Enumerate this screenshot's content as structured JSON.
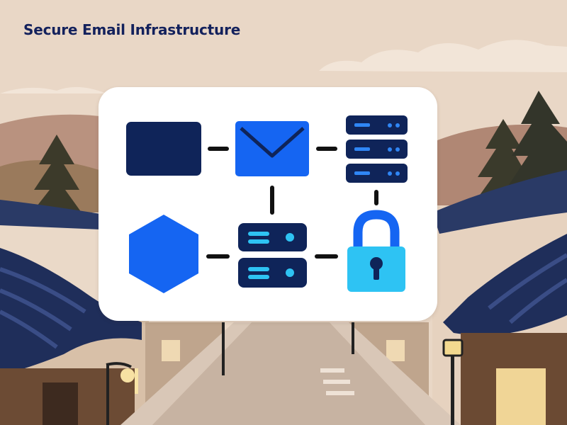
{
  "header": {
    "title": "Secure Email Infrastructure"
  },
  "diagram": {
    "nodes": [
      {
        "id": "client",
        "icon": "desktop-monitor-icon"
      },
      {
        "id": "email",
        "icon": "envelope-icon"
      },
      {
        "id": "server-top",
        "icon": "server-stack-icon"
      },
      {
        "id": "network",
        "icon": "hexagon-icon"
      },
      {
        "id": "server-mid",
        "icon": "server-stack-icon"
      },
      {
        "id": "lock",
        "icon": "padlock-icon"
      }
    ],
    "connections": [
      {
        "from": "client",
        "to": "email"
      },
      {
        "from": "email",
        "to": "server-top"
      },
      {
        "from": "email",
        "to": "server-mid"
      },
      {
        "from": "server-top",
        "to": "lock"
      },
      {
        "from": "network",
        "to": "server-mid"
      },
      {
        "from": "server-mid",
        "to": "lock"
      }
    ]
  },
  "colors": {
    "navy": "#0f2459",
    "blue": "#1565f2",
    "light_blue": "#2ec3f3",
    "connector": "#111111",
    "sky": "#e9d7c6",
    "roof": "#2a3a66"
  }
}
